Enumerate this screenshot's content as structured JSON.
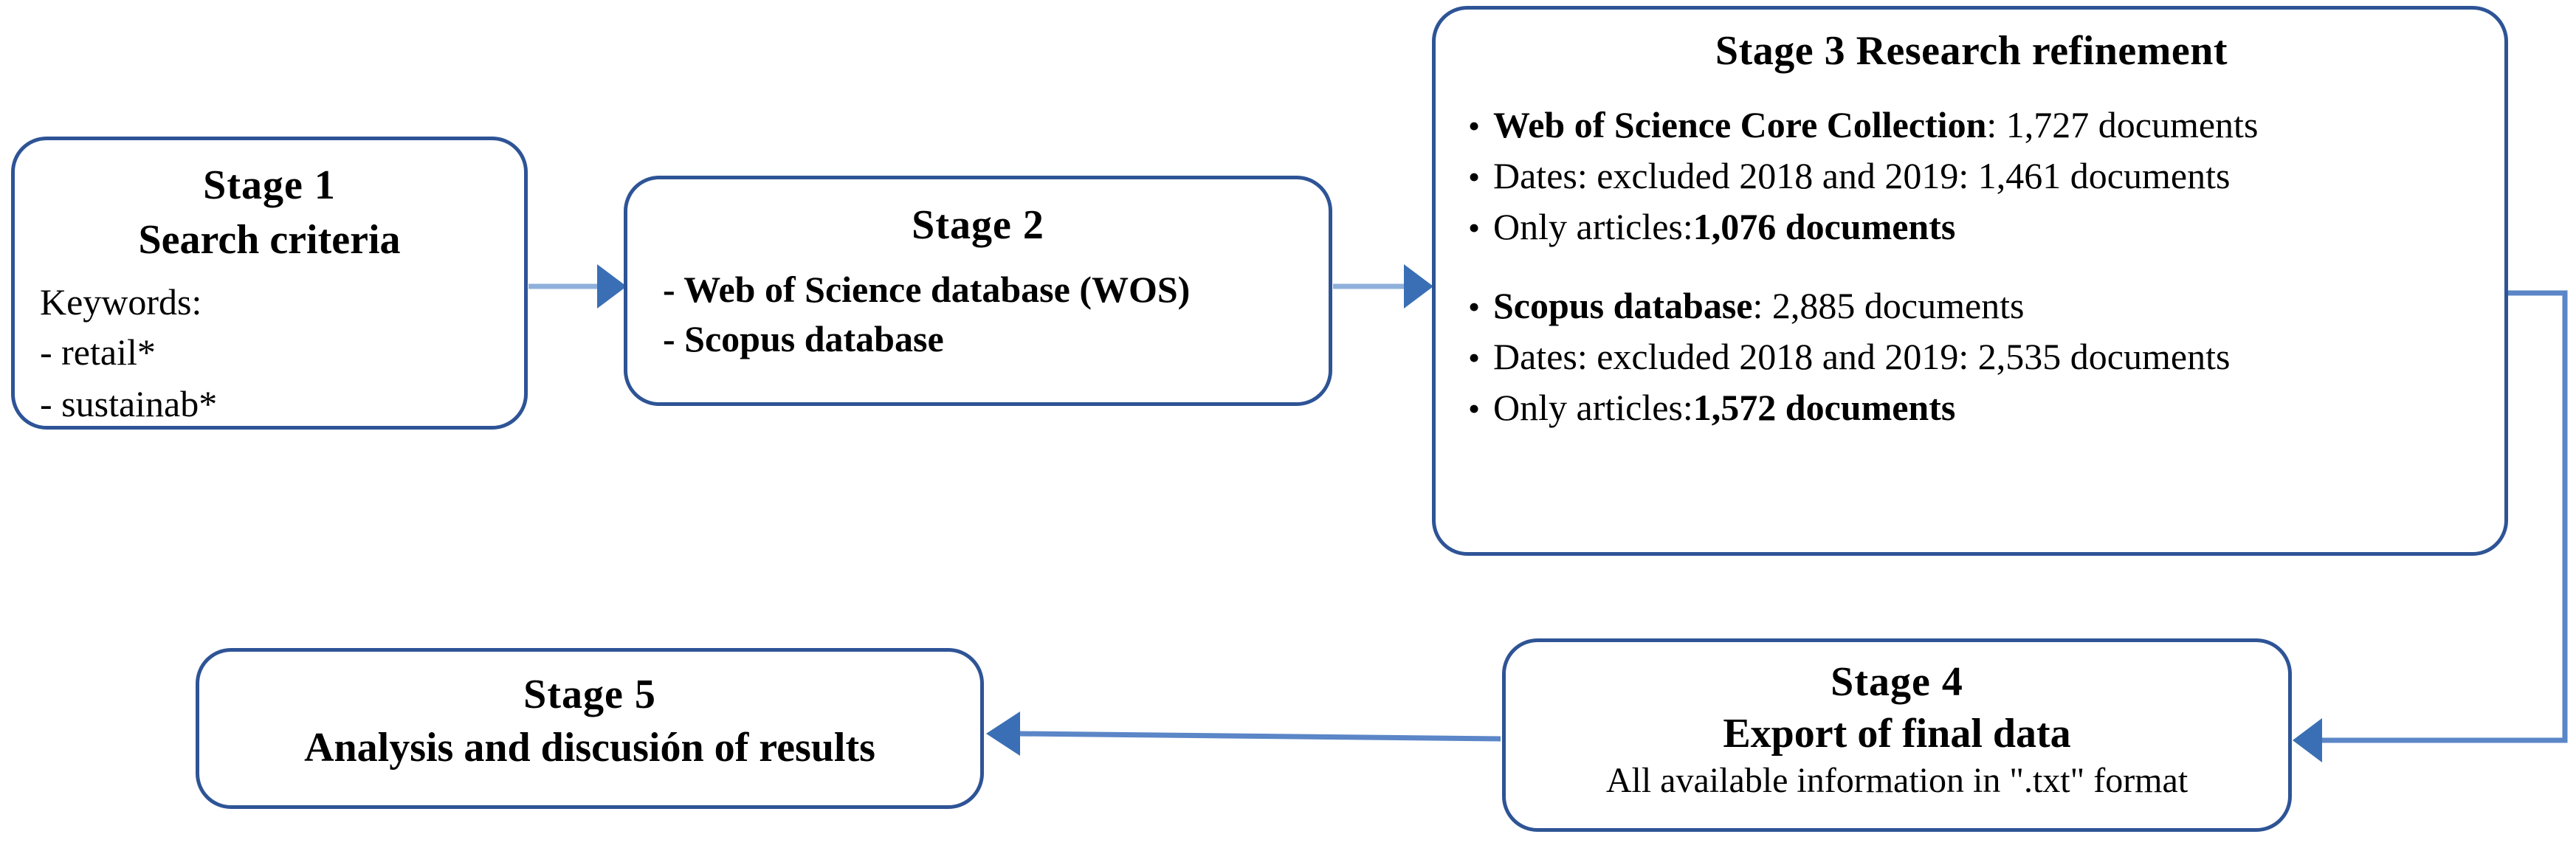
{
  "diagram": {
    "title_hidden": "",
    "colors": {
      "box_border": "#2e5496",
      "arrow_fill": "#3a6fb5",
      "arrow_line": "#8fb0db",
      "connector_line": "#5b86c7",
      "text": "#000000",
      "background": "#ffffff"
    },
    "stages": [
      {
        "id": "stage-1",
        "title": "Stage 1",
        "subtitle": "Search criteria",
        "keywords_label": "Keywords:",
        "keywords": [
          "- retail*",
          "- sustainab*"
        ]
      },
      {
        "id": "stage-2",
        "title": "Stage 2",
        "items": [
          "- Web of Science database (WOS)",
          "- Scopus database"
        ]
      },
      {
        "id": "stage-3",
        "title": "Stage 3 Research refinement",
        "groups": [
          {
            "name": "wos",
            "lines": [
              {
                "bullet": "•",
                "strong": "Web of Science Core Collection",
                "rest": ": 1,727 documents"
              },
              {
                "bullet": "•",
                "strong": "",
                "rest": "Dates: excluded 2018 and 2019: 1,461 documents"
              },
              {
                "bullet": "•",
                "strong": "",
                "rest": "Only articles:  ",
                "tail_strong": "1,076 documents"
              }
            ]
          },
          {
            "name": "scopus",
            "lines": [
              {
                "bullet": "•",
                "strong": "Scopus database",
                "rest": ": 2,885 documents"
              },
              {
                "bullet": "•",
                "strong": "",
                "rest": "Dates: excluded 2018 and 2019: 2,535 documents"
              },
              {
                "bullet": "•",
                "strong": "",
                "rest": "Only articles:  ",
                "tail_strong": "1,572 documents"
              }
            ]
          }
        ]
      },
      {
        "id": "stage-4",
        "title": "Stage 4",
        "subtitle": "Export of final data",
        "note": "All available information in \".txt\" format"
      },
      {
        "id": "stage-5",
        "title": "Stage 5",
        "subtitle": "Analysis and discusión of results"
      }
    ],
    "connectors": [
      {
        "name": "stage1-to-stage2",
        "direction": "right"
      },
      {
        "name": "stage2-to-stage3",
        "direction": "right"
      },
      {
        "name": "stage3-to-stage4",
        "direction": "left-elbow"
      },
      {
        "name": "stage4-to-stage5",
        "direction": "left"
      }
    ]
  }
}
